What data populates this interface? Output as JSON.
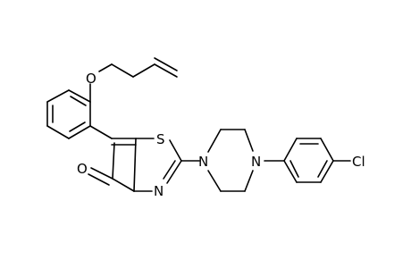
{
  "diagram": {
    "atoms": [
      {
        "id": "o_ether",
        "label": "O"
      },
      {
        "id": "s1",
        "label": "S"
      },
      {
        "id": "o_carbonyl",
        "label": "O"
      },
      {
        "id": "n3",
        "label": "N"
      },
      {
        "id": "n_pip_a",
        "label": "N"
      },
      {
        "id": "n_pip_b",
        "label": "N"
      },
      {
        "id": "cl",
        "label": "Cl"
      }
    ]
  }
}
